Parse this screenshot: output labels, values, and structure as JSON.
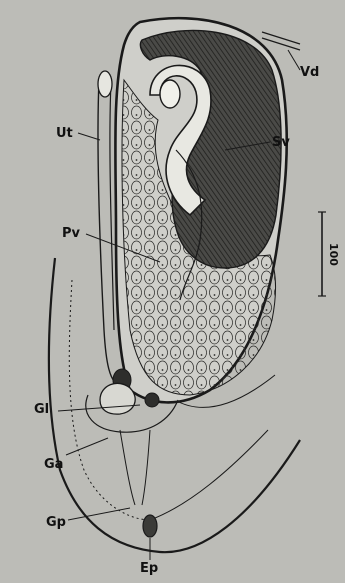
{
  "figure": {
    "labels": {
      "vd": "Vd",
      "sv": "Sv",
      "ut": "Ut",
      "pv": "Pv",
      "gl": "Gl",
      "ga": "Ga",
      "gp": "Gp",
      "ep": "Ep"
    },
    "scale_bar": {
      "value": "100"
    },
    "colors": {
      "background": "#bcbcb7",
      "ink": "#1a1a1a",
      "dark_fill": "#3a3a38"
    }
  }
}
